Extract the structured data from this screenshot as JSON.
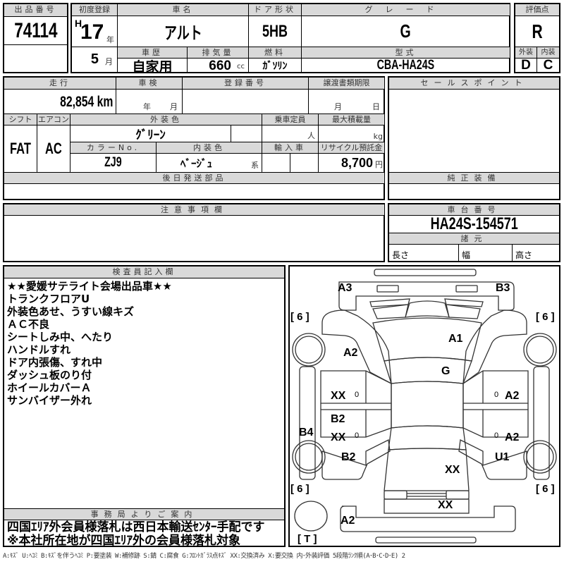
{
  "lot": {
    "label": "出品番号",
    "value": "74114"
  },
  "first_registration": {
    "label": "初度登録",
    "era": "H",
    "year": "17",
    "year_unit": "年",
    "month": "5",
    "month_unit": "月"
  },
  "car_name": {
    "label": "車名",
    "value": "アルト"
  },
  "door_type": {
    "label": "ドア形状",
    "value": "5HB"
  },
  "grade": {
    "label": "グレード",
    "value": "G"
  },
  "score": {
    "label": "評価点",
    "value": "R",
    "exterior_label": "外装",
    "interior_label": "内装",
    "exterior": "D",
    "interior": "C"
  },
  "history": {
    "label": "車歴",
    "value": "自家用"
  },
  "displacement": {
    "label": "排気量",
    "value": "660",
    "unit": "cc"
  },
  "fuel": {
    "label": "燃料",
    "value": "ｶﾞｿﾘﾝ"
  },
  "model_code": {
    "label": "型式",
    "value": "CBA-HA24S"
  },
  "mileage": {
    "label": "走行",
    "value": "82,854",
    "unit": "km"
  },
  "inspection": {
    "label": "車検",
    "year_unit": "年",
    "month_unit": "月"
  },
  "registration_no": {
    "label": "登録番号"
  },
  "transfer_deadline": {
    "label": "譲渡書類期限",
    "month_unit": "月",
    "day_unit": "日"
  },
  "shift": {
    "label": "シフト",
    "value": "FAT"
  },
  "aircon": {
    "label": "エアコン",
    "value": "AC"
  },
  "exterior_color": {
    "label": "外装色",
    "value": "ｸﾞﾘｰﾝ"
  },
  "capacity": {
    "label": "乗車定員",
    "unit": "人"
  },
  "max_load": {
    "label": "最大積載量",
    "unit": "kg"
  },
  "color_no": {
    "label": "カラーNo.",
    "value": "ZJ9"
  },
  "interior_color": {
    "label": "内装色",
    "value": "ﾍﾞｰｼﾞｭ",
    "suffix": "系"
  },
  "import": {
    "label": "輸入車"
  },
  "recycle_fee": {
    "label": "リサイクル預託金",
    "value": "8,700",
    "unit": "円"
  },
  "later_parts": {
    "label": "後日発送部品"
  },
  "sales_points": {
    "label": "セールスポイント"
  },
  "genuine_equipment": {
    "label": "純正装備"
  },
  "caution": {
    "label": "注意事項欄"
  },
  "chassis": {
    "label": "車台番号",
    "value": "HA24S-154571"
  },
  "specs": {
    "label": "諸元",
    "length_label": "長さ",
    "width_label": "幅",
    "height_label": "高さ"
  },
  "inspector_notes": {
    "label": "検査員記入欄",
    "lines": [
      "★★愛媛サテライト会場出品車★★",
      "トランクフロアU",
      "外装色あせ、うすい線キズ",
      "ＡＣ不良",
      "シートしみ中、へたり",
      "ハンドルすれ",
      "ドア内張傷、すれ中",
      "ダッシュ板のり付",
      "ホイールカバーＡ",
      "サンバイザー外れ"
    ]
  },
  "office_notice": {
    "label": "事務局よりご案内",
    "lines": [
      "四国ｴﾘｱ外会員様落札は西日本輸送ｾﾝﾀｰ手配です",
      "※本社所在地が四国ｴﾘｱ外の会員様落札対象"
    ]
  },
  "damage_map": {
    "front_bumper": "A3",
    "front_right_corner": "B3",
    "hood": "A1",
    "windshield": "G",
    "left_front_fender": "A2",
    "left_front_door": "XX",
    "left_rear_door_upper": "B2",
    "left_rear_door": "XX",
    "left_sill": "B4",
    "left_rear_fender": "B2",
    "right_front_door": "A2",
    "right_rear_door": "A2",
    "right_rear_fender": "U1",
    "trunk": "XX",
    "rear_panel": "XX",
    "rear_bumper": "A2",
    "tire_fl": "6",
    "tire_fr": "6",
    "tire_rl": "6",
    "tire_rr": "6",
    "spare_tire": "T",
    "door_zero": "0"
  },
  "legend": "A:ｷｽﾞ U:ﾍｺﾐ B:ｷｽﾞを伴うﾍｺﾐ P:要塗装 W:補修跡 S:錆 C:腐食 G:ﾌﾛﾝﾄｶﾞﾗｽ点ｷｽﾞ XX:交換済み X:要交換 内･外装評価 5段階ﾗﾝｸ順(A･B･C･D･E) 2"
}
